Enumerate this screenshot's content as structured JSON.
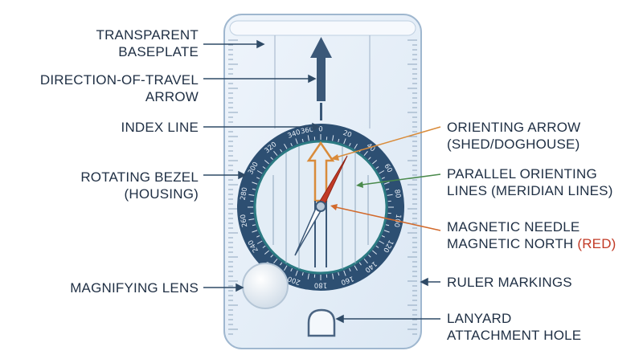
{
  "labels": {
    "baseplate": [
      "TRANSPARENT",
      "BASEPLATE"
    ],
    "travel_arrow": [
      "DIRECTION-OF-TRAVEL",
      "ARROW"
    ],
    "index_line": [
      "INDEX LINE"
    ],
    "bezel": [
      "ROTATING BEZEL",
      "(HOUSING)"
    ],
    "lens": [
      "MAGNIFYING LENS"
    ],
    "orienting_arrow": [
      "ORIENTING ARROW",
      "(SHED/DOGHOUSE)"
    ],
    "orienting_lines": [
      "PARALLEL ORIENTING",
      "LINES (MERIDIAN LINES)"
    ],
    "needle": [
      "MAGNETIC NEEDLE",
      "MAGNETIC NORTH"
    ],
    "needle_red_word": "(RED)",
    "ruler": [
      "RULER MARKINGS"
    ],
    "lanyard": [
      "LANYARD",
      "ATTACHMENT HOLE"
    ]
  },
  "bezel_numbers": [
    "0",
    "20",
    "40",
    "60",
    "80",
    "100",
    "120",
    "140",
    "160",
    "180",
    "200",
    "220",
    "240",
    "260",
    "280",
    "300",
    "320",
    "340",
    "360"
  ],
  "colors": {
    "bezel": "#2d4f72",
    "leader_dark": "#2f4a66",
    "orienting_arrow": "#d98b3a",
    "meridian": "#4a8a4c",
    "needle_red": "#c23a26",
    "text": "#1f2f44"
  }
}
